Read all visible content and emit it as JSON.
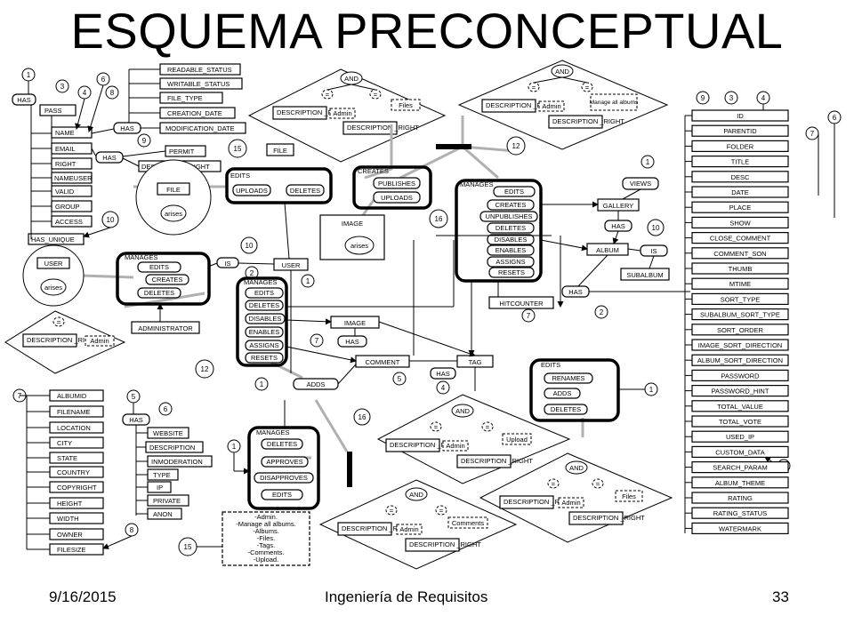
{
  "title": "ESQUEMA PRECONCEPTUAL",
  "footer": {
    "date": "9/16/2015",
    "course": "Ingeniería de Requisitos",
    "page": "33"
  },
  "user_attrs": [
    "PASS",
    "NAME",
    "EMAIL",
    "RIGHT",
    "NAMEUSER",
    "VALID",
    "GROUP",
    "ACCESS"
  ],
  "has_unique": "HAS_UNIQUE",
  "file_attrs": [
    "READABLE_STATUS",
    "WRITABLE_STATUS",
    "FILE_TYPE",
    "CREATION_DATE",
    "MODIFICATION_DATE"
  ],
  "perm": [
    "PERMIT",
    "DESCRIPTION RIGHT"
  ],
  "photo_attrs": [
    "ALBUMID",
    "FILENAME",
    "LOCATION",
    "CITY",
    "STATE",
    "COUNTRY",
    "COPYRIGHT",
    "HEIGHT",
    "WIDTH",
    "OWNER",
    "FILESIZE"
  ],
  "user_has_attrs": [
    "WEBSITE",
    "DESCRIPTION",
    "INMODERATION",
    "TYPE",
    "IP",
    "PRIVATE",
    "ANON"
  ],
  "album_attrs": [
    "ID",
    "PARENTID",
    "FOLDER",
    "TITLE",
    "DESC",
    "DATE",
    "PLACE",
    "SHOW",
    "CLOSE_COMMENT",
    "COMMENT_SON",
    "THUMB",
    "MTIME",
    "SORT_TYPE",
    "SUBALBUM_SORT_TYPE",
    "SORT_ORDER",
    "IMAGE_SORT_DIRECTION",
    "ALBUM_SORT_DIRECTION",
    "PASSWORD",
    "PASSWORD_HINT",
    "TOTAL_VALUE",
    "TOTAL_VOTE",
    "USED_IP",
    "CUSTOM_DATA",
    "SEARCH_PARAM",
    "ALBUM_THEME",
    "RATING",
    "RATING_STATUS",
    "WATERMARK"
  ],
  "concepts": {
    "file": "FILE",
    "user": "USER",
    "image": "IMAGE",
    "comment": "COMMENT",
    "tag": "TAG",
    "album": "ALBUM",
    "gallery": "GALLERY",
    "subalbum": "SUBALBUM",
    "hitcounter": "HITCOUNTER",
    "administrator": "ADMINISTRATOR",
    "adds": "ADDS"
  },
  "rels": {
    "has": "HAS",
    "is": "IS",
    "views": "VIEWS",
    "manages": "MANAGES",
    "edits": "EDITS",
    "creates": "CREATES",
    "arises": "arises",
    "and": "AND",
    "eq": "="
  },
  "groups": {
    "file_edits": [
      "UPLOADS",
      "DELETES"
    ],
    "image_creates": [
      "PUBLISHES",
      "UPLOADS"
    ],
    "album_manages": [
      "EDITS",
      "CREATES",
      "UNPUBLISHES",
      "DELETES",
      "DISABLES",
      "ENABLES",
      "ASSIGNS",
      "RESETS"
    ],
    "user_manages": [
      "EDITS",
      "CREATES",
      "DELETES"
    ],
    "image_manages": [
      "EDITS",
      "DELETES",
      "DISABLES",
      "ENABLES",
      "ASSIGNS",
      "RESETS"
    ],
    "tag_edits": [
      "RENAMES",
      "ADDS",
      "DELETES"
    ],
    "comment_manages": [
      "DELETES",
      "APPROVES",
      "DISAPPROVES",
      "EDITS"
    ]
  },
  "conditions": {
    "description_right": "DESCRIPTION _RIGHT",
    "admin": "Admin",
    "files": "Files",
    "manage_all_albums": "Manage all albums",
    "upload": "Upload",
    "comments": "Comments"
  },
  "note_lines": [
    "-Admin.",
    "-Manage all albums.",
    "-Albums.",
    "-Files.",
    "-Tags.",
    "-Comments.",
    "-Upload."
  ],
  "numbers": {
    "n1": "1",
    "n2": "2",
    "n3": "3",
    "n4": "4",
    "n5": "5",
    "n6": "6",
    "n7": "7",
    "n8": "8",
    "n9": "9",
    "n10": "10",
    "n12": "12",
    "n15": "15",
    "n16": "16"
  }
}
